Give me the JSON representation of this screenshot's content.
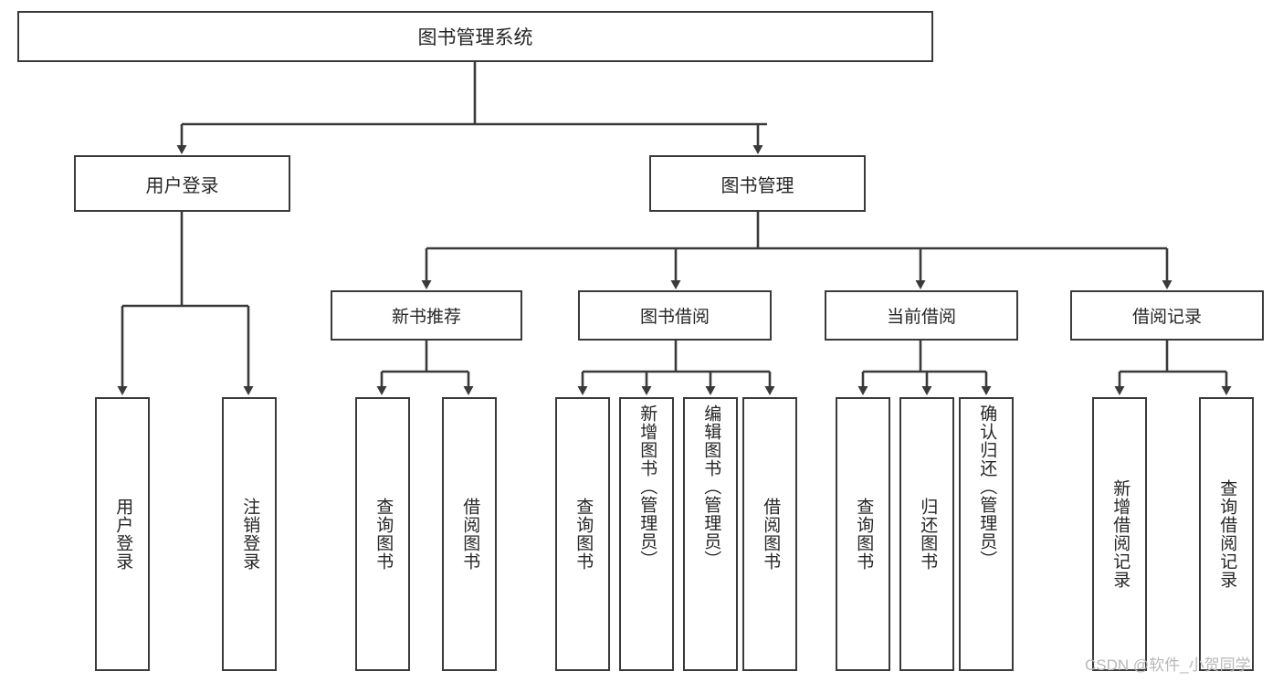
{
  "diagram": {
    "type": "tree-hierarchy-chart",
    "title": "图书管理系统",
    "root": {
      "id": "root",
      "label": "图书管理系统"
    },
    "level1": [
      {
        "id": "user-login",
        "label": "用户登录"
      },
      {
        "id": "book-management",
        "label": "图书管理"
      }
    ],
    "level2": [
      {
        "id": "new-book-recommend",
        "label": "新书推荐",
        "parent": "book-management"
      },
      {
        "id": "book-borrow",
        "label": "图书借阅",
        "parent": "book-management"
      },
      {
        "id": "current-borrow",
        "label": "当前借阅",
        "parent": "book-management"
      },
      {
        "id": "borrow-record",
        "label": "借阅记录",
        "parent": "book-management"
      }
    ],
    "leaves": [
      {
        "id": "leaf-user-login",
        "label": "用户登录",
        "parent": "user-login",
        "align": "mid"
      },
      {
        "id": "leaf-logout",
        "label": "注销登录",
        "parent": "user-login",
        "align": "mid"
      },
      {
        "id": "leaf-query-book-1",
        "label": "查询图书",
        "parent": "new-book-recommend",
        "align": "mid"
      },
      {
        "id": "leaf-borrow-book-1",
        "label": "借阅图书",
        "parent": "new-book-recommend",
        "align": "mid"
      },
      {
        "id": "leaf-query-book-2",
        "label": "查询图书",
        "parent": "book-borrow",
        "align": "mid"
      },
      {
        "id": "leaf-add-book",
        "label": "新增图书（管理员）",
        "parent": "book-borrow",
        "align": "top"
      },
      {
        "id": "leaf-edit-book",
        "label": "编辑图书（管理员）",
        "parent": "book-borrow",
        "align": "top"
      },
      {
        "id": "leaf-borrow-book-2",
        "label": "借阅图书",
        "parent": "book-borrow",
        "align": "mid"
      },
      {
        "id": "leaf-query-book-3",
        "label": "查询图书",
        "parent": "current-borrow",
        "align": "mid"
      },
      {
        "id": "leaf-return-book",
        "label": "归还图书",
        "parent": "current-borrow",
        "align": "mid"
      },
      {
        "id": "leaf-confirm-return",
        "label": "确认归还（管理员）",
        "parent": "current-borrow",
        "align": "top"
      },
      {
        "id": "leaf-add-record",
        "label": "新增借阅记录",
        "parent": "borrow-record",
        "align": "mid"
      },
      {
        "id": "leaf-query-record",
        "label": "查询借阅记录",
        "parent": "borrow-record",
        "align": "mid"
      }
    ]
  },
  "watermark": {
    "text": "CSDN @软件_小贺同学"
  },
  "colors": {
    "border": "#3a3a3a",
    "text": "#262626",
    "background": "#ffffff",
    "watermark": "#b8b8b8"
  }
}
